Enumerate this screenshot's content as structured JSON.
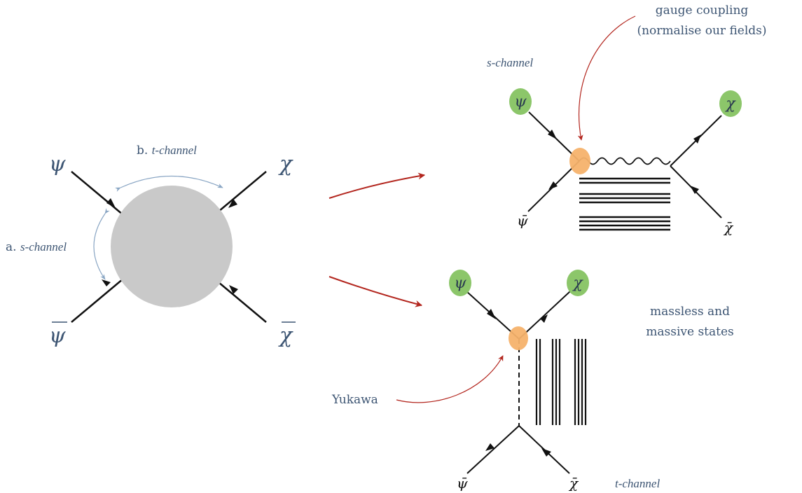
{
  "blob": {
    "symbols": {
      "psi": "ψ",
      "chi": "χ",
      "psibar": "ψ",
      "chibar": "χ"
    },
    "channel_b_prefix": "b.",
    "channel_b_name": "t-channel",
    "channel_a_prefix": "a.",
    "channel_a_name": "s-channel"
  },
  "s_channel_diagram": {
    "label": "s-channel",
    "symbols": {
      "psi": "ψ",
      "chi": "χ",
      "psibar": "ψ̄",
      "chibar": "χ̄"
    },
    "annotation_line1": "gauge coupling",
    "annotation_line2": "(normalise our fields)"
  },
  "t_channel_diagram": {
    "label": "t-channel",
    "symbols": {
      "psi": "ψ",
      "chi": "χ",
      "psibar": "ψ̄",
      "chibar": "χ̄"
    },
    "yukawa_label": "Yukawa"
  },
  "states_note": {
    "line1": "massless and",
    "line2": "massive states"
  },
  "colors": {
    "ink": "#111111",
    "blue_text": "#3d5573",
    "blue_arrow": "#8aa6c4",
    "red_arrow": "#b3261e",
    "green_node": "#8cc66a",
    "orange_vertex": "#f6b26b",
    "blob_fill": "#c9c9c9"
  }
}
